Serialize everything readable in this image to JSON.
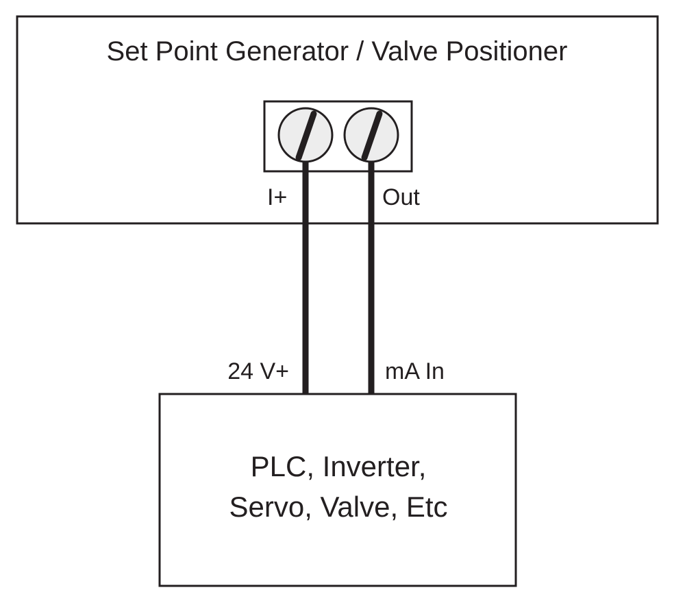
{
  "positioner": {
    "title": "Set Point Generator / Valve Positioner",
    "terminals": [
      {
        "label": "I+"
      },
      {
        "label": "Out"
      }
    ]
  },
  "plc": {
    "line1": "PLC, Inverter,",
    "line2": "Servo, Valve, Etc",
    "inputs": [
      {
        "label": "24 V+"
      },
      {
        "label": "mA In"
      }
    ]
  },
  "colors": {
    "ink": "#231f20",
    "screw_face": "#ededed",
    "background": "#ffffff"
  },
  "icons": {
    "terminal_screw": "screw-terminal-icon"
  }
}
